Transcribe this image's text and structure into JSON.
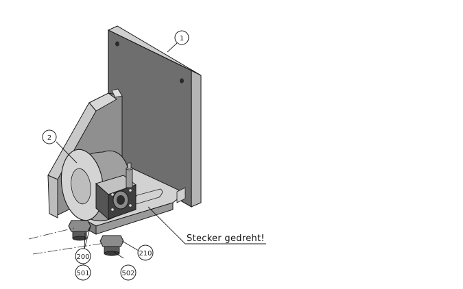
{
  "note": {
    "text": "Stecker gedreht!"
  },
  "balloons": [
    {
      "id": "b1",
      "label": "1"
    },
    {
      "id": "b2",
      "label": "2"
    },
    {
      "id": "b200",
      "label": "200"
    },
    {
      "id": "b210",
      "label": "210"
    },
    {
      "id": "b501",
      "label": "501"
    },
    {
      "id": "b502",
      "label": "502"
    }
  ],
  "colors": {
    "plate_face": "#6b6b6b",
    "plate_edge": "#b9b9b9",
    "metal_light": "#d6d6d6",
    "metal_mid": "#a8a8a8",
    "metal_dark": "#4a4a4a",
    "outline": "#1a1a1a"
  }
}
